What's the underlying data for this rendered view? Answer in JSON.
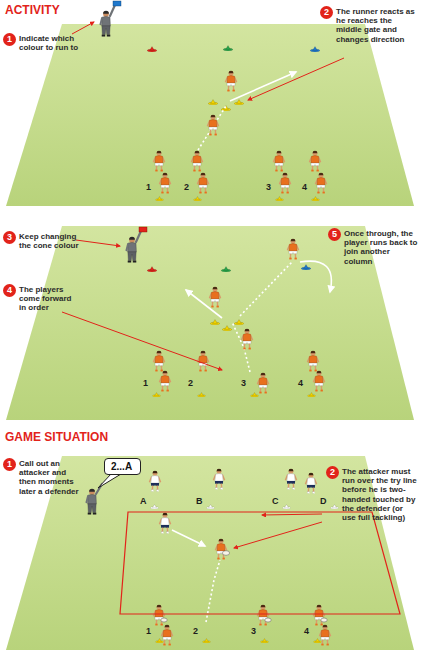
{
  "diagram": {
    "nodes": [
      {
        "text": [
          "1",
          "Indicate which colour to run to"
        ]
      },
      {
        "text": [
          "2",
          "The runner reacts as he reaches the middle gate and changes direction"
        ]
      },
      {
        "text": [
          "3",
          "Keep changing the cone colour"
        ]
      },
      {
        "text": [
          "4",
          "The players come forward in order"
        ]
      },
      {
        "text": [
          "5",
          "Once through, the player runs back to join another column"
        ]
      },
      {
        "text": [
          "1",
          "Call out an attacker and then moments later a defender"
        ]
      },
      {
        "text": [
          "2...A"
        ]
      },
      {
        "text": [
          "2",
          "The attacker must run over the try line before he is two-handed touched by the defender (or use full tackling)"
        ]
      }
    ],
    "labels": [
      "ACTIVITY",
      "1",
      "2",
      "3",
      "4",
      "1",
      "2",
      "3",
      "4",
      "GAME SITUATION",
      "A",
      "B",
      "C",
      "D",
      "1",
      "2",
      "3",
      "4"
    ]
  }
}
